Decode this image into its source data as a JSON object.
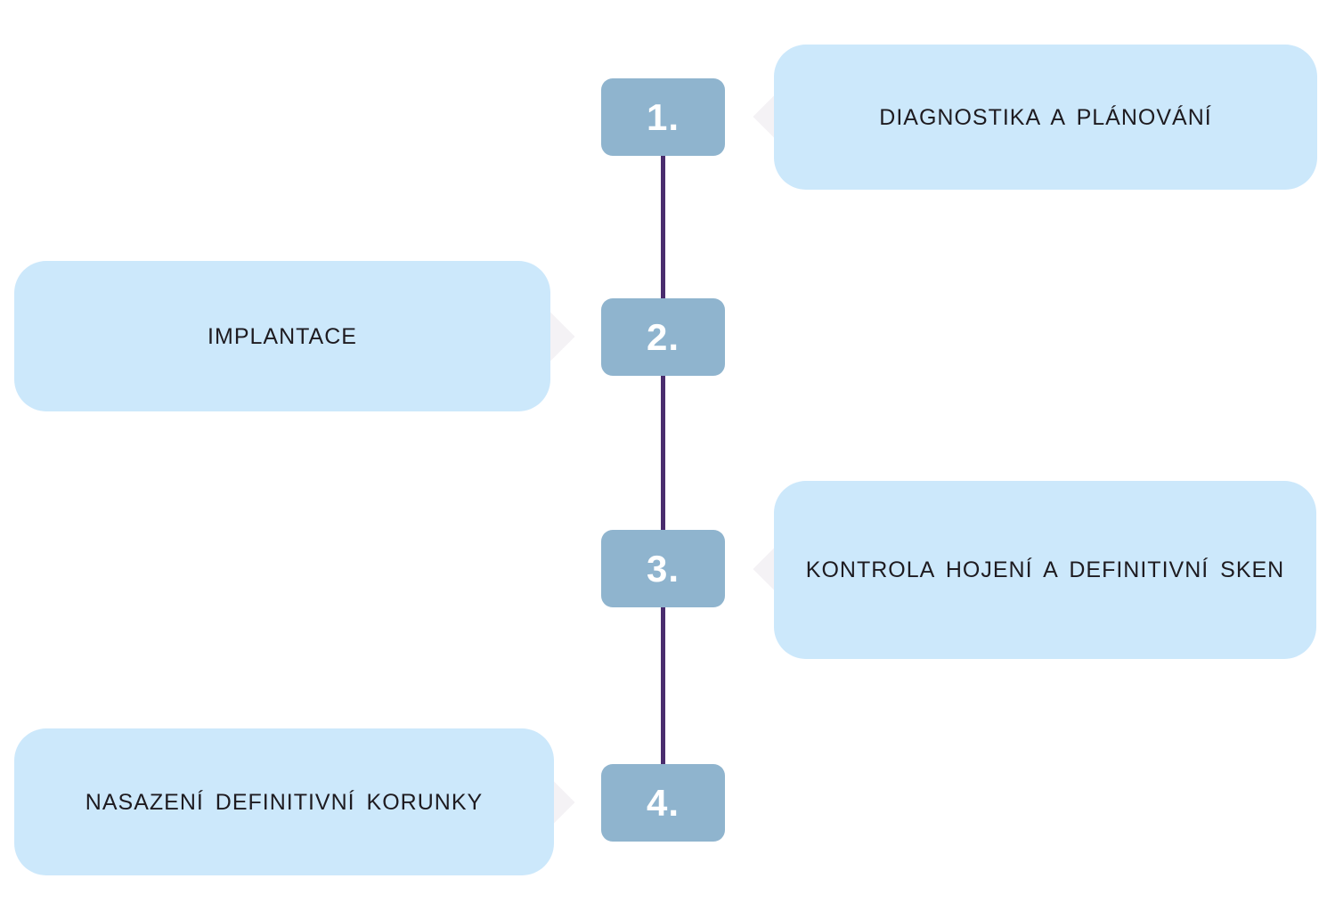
{
  "diagram": {
    "type": "vertical-process-timeline",
    "steps": [
      {
        "number": "1.",
        "label": "DIAGNOSTIKA A PLÁNOVÁNÍ",
        "side": "right"
      },
      {
        "number": "2.",
        "label": "IMPLANTACE",
        "side": "left"
      },
      {
        "number": "3.",
        "label": "KONTROLA HOJENÍ A DEFINITIVNÍ SKEN",
        "side": "right"
      },
      {
        "number": "4.",
        "label": "NASAZENÍ DEFINITIVNÍ KORUNKY",
        "side": "left"
      }
    ],
    "colors": {
      "bubble_fill": "#cce8fb",
      "number_box_fill": "#8fb4ce",
      "connector_line": "#4a2d6e",
      "arrow_diamond": "#f4f2f5",
      "label_text": "#1e1b20",
      "number_text": "#ffffff",
      "background": "#ffffff"
    }
  }
}
